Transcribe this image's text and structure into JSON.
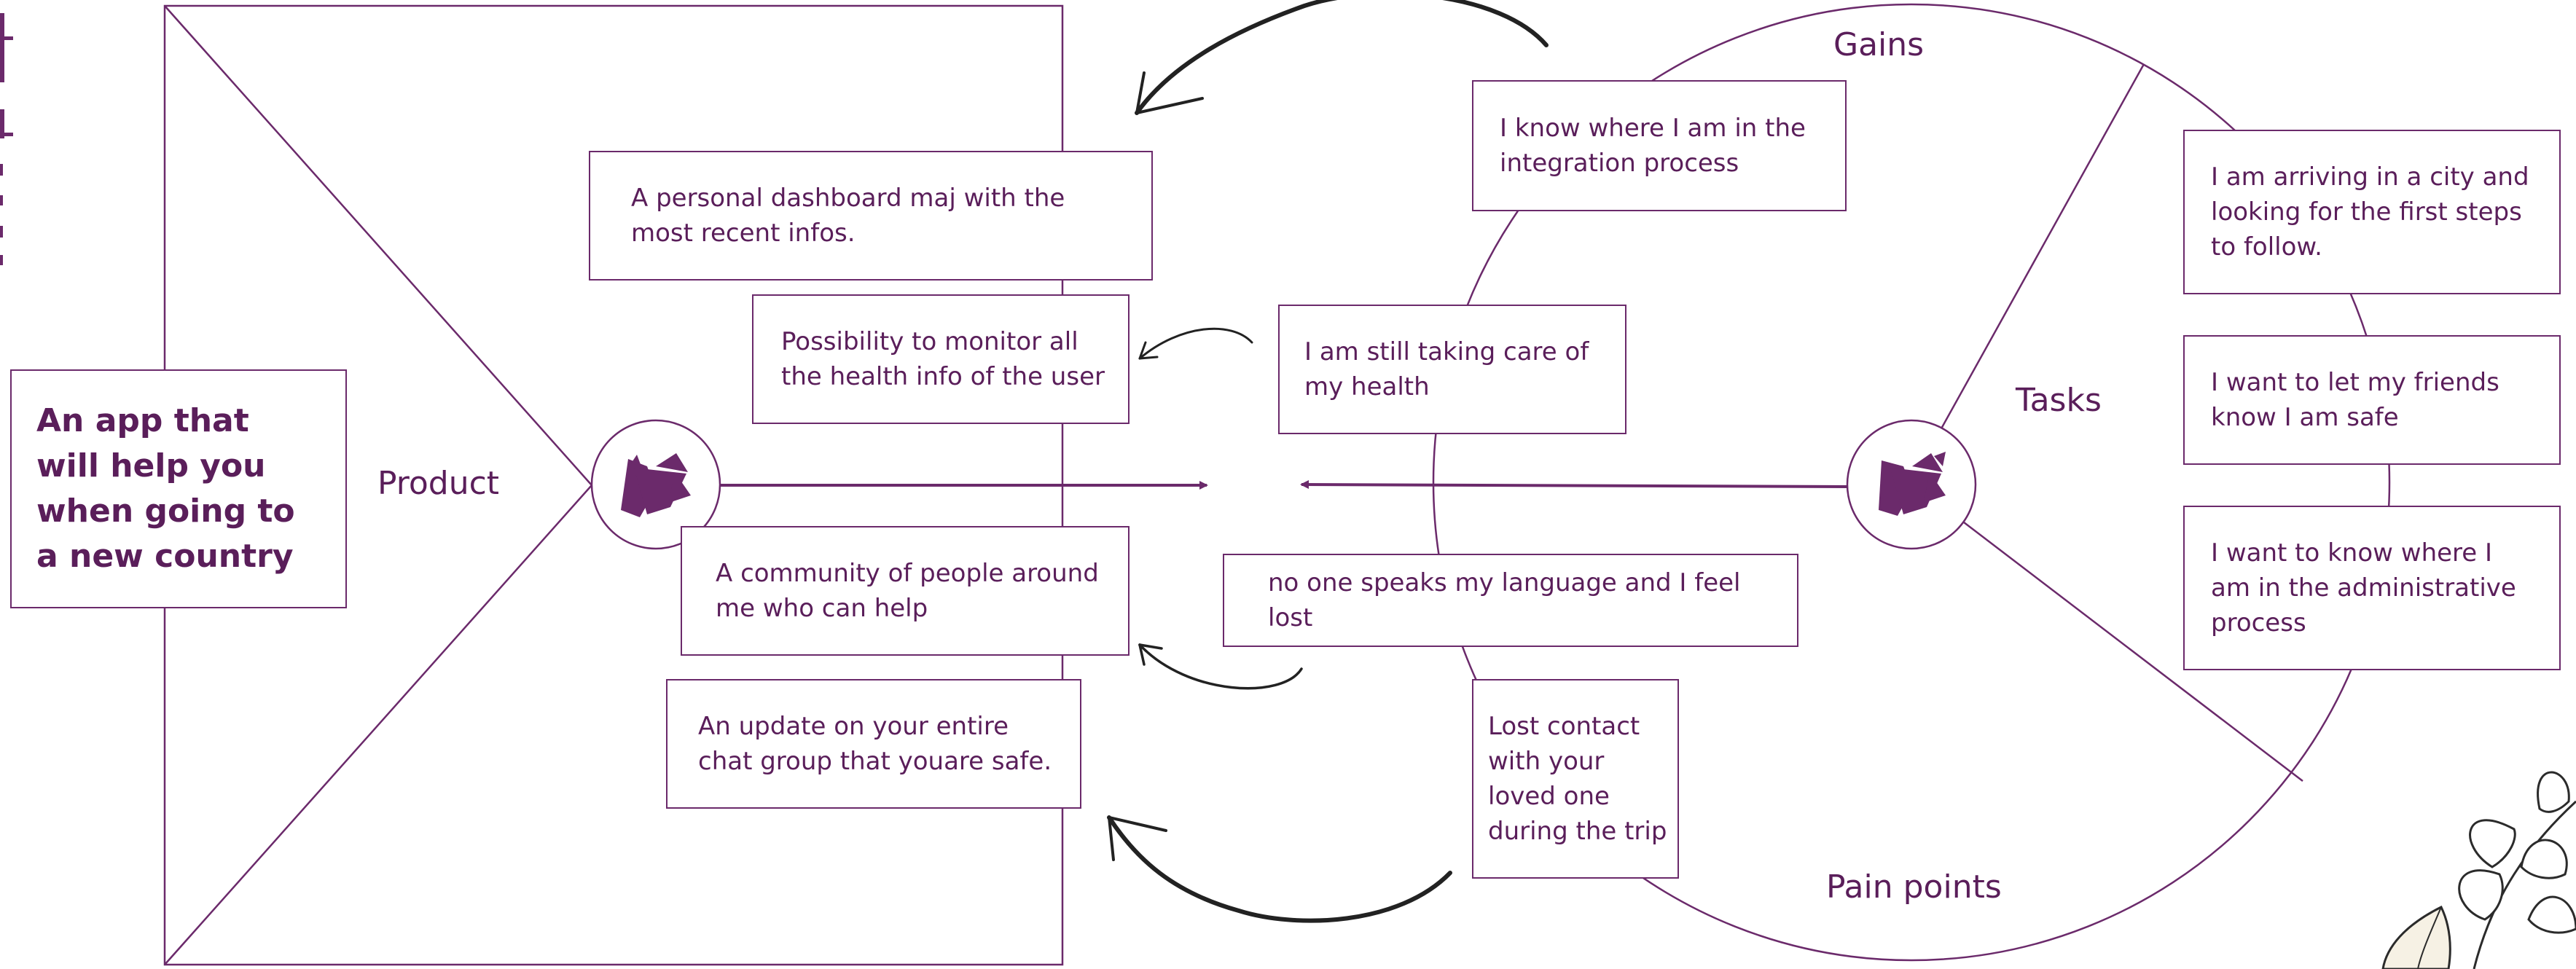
{
  "pitch": "An app that will help you when going to a new country",
  "labels": {
    "product": "Product",
    "gains": "Gains",
    "tasks": "Tasks",
    "pain_points": "Pain points"
  },
  "product_items": {
    "dashboard": "A personal dashboard maj with the most recent infos.",
    "monitor": "Possibility to monitor all the health info of the user",
    "community": "A community of people around me who can help",
    "update": "An update on your entire chat group that youare safe."
  },
  "gains": {
    "integration": "I know where I am in the integration process",
    "health": "I am still taking care of my health"
  },
  "pain_points": {
    "language": "no one speaks my language and I feel lost",
    "lost_contact": "Lost contact with your loved one during the trip"
  },
  "tasks": {
    "arriving": "I am arriving in a city and looking for the first steps to follow.",
    "friends": "I want to let my friends know I am safe",
    "administrative": "I want to know where I am in the administrative process"
  },
  "colors": {
    "accent": "#5a1e5a",
    "line": "#6b2a6b",
    "arrow": "#222222"
  },
  "icons": {
    "product_icon": "origami-crane-icon",
    "customer_icon": "origami-crane-icon",
    "decoration": "leaf-branch-icon"
  }
}
